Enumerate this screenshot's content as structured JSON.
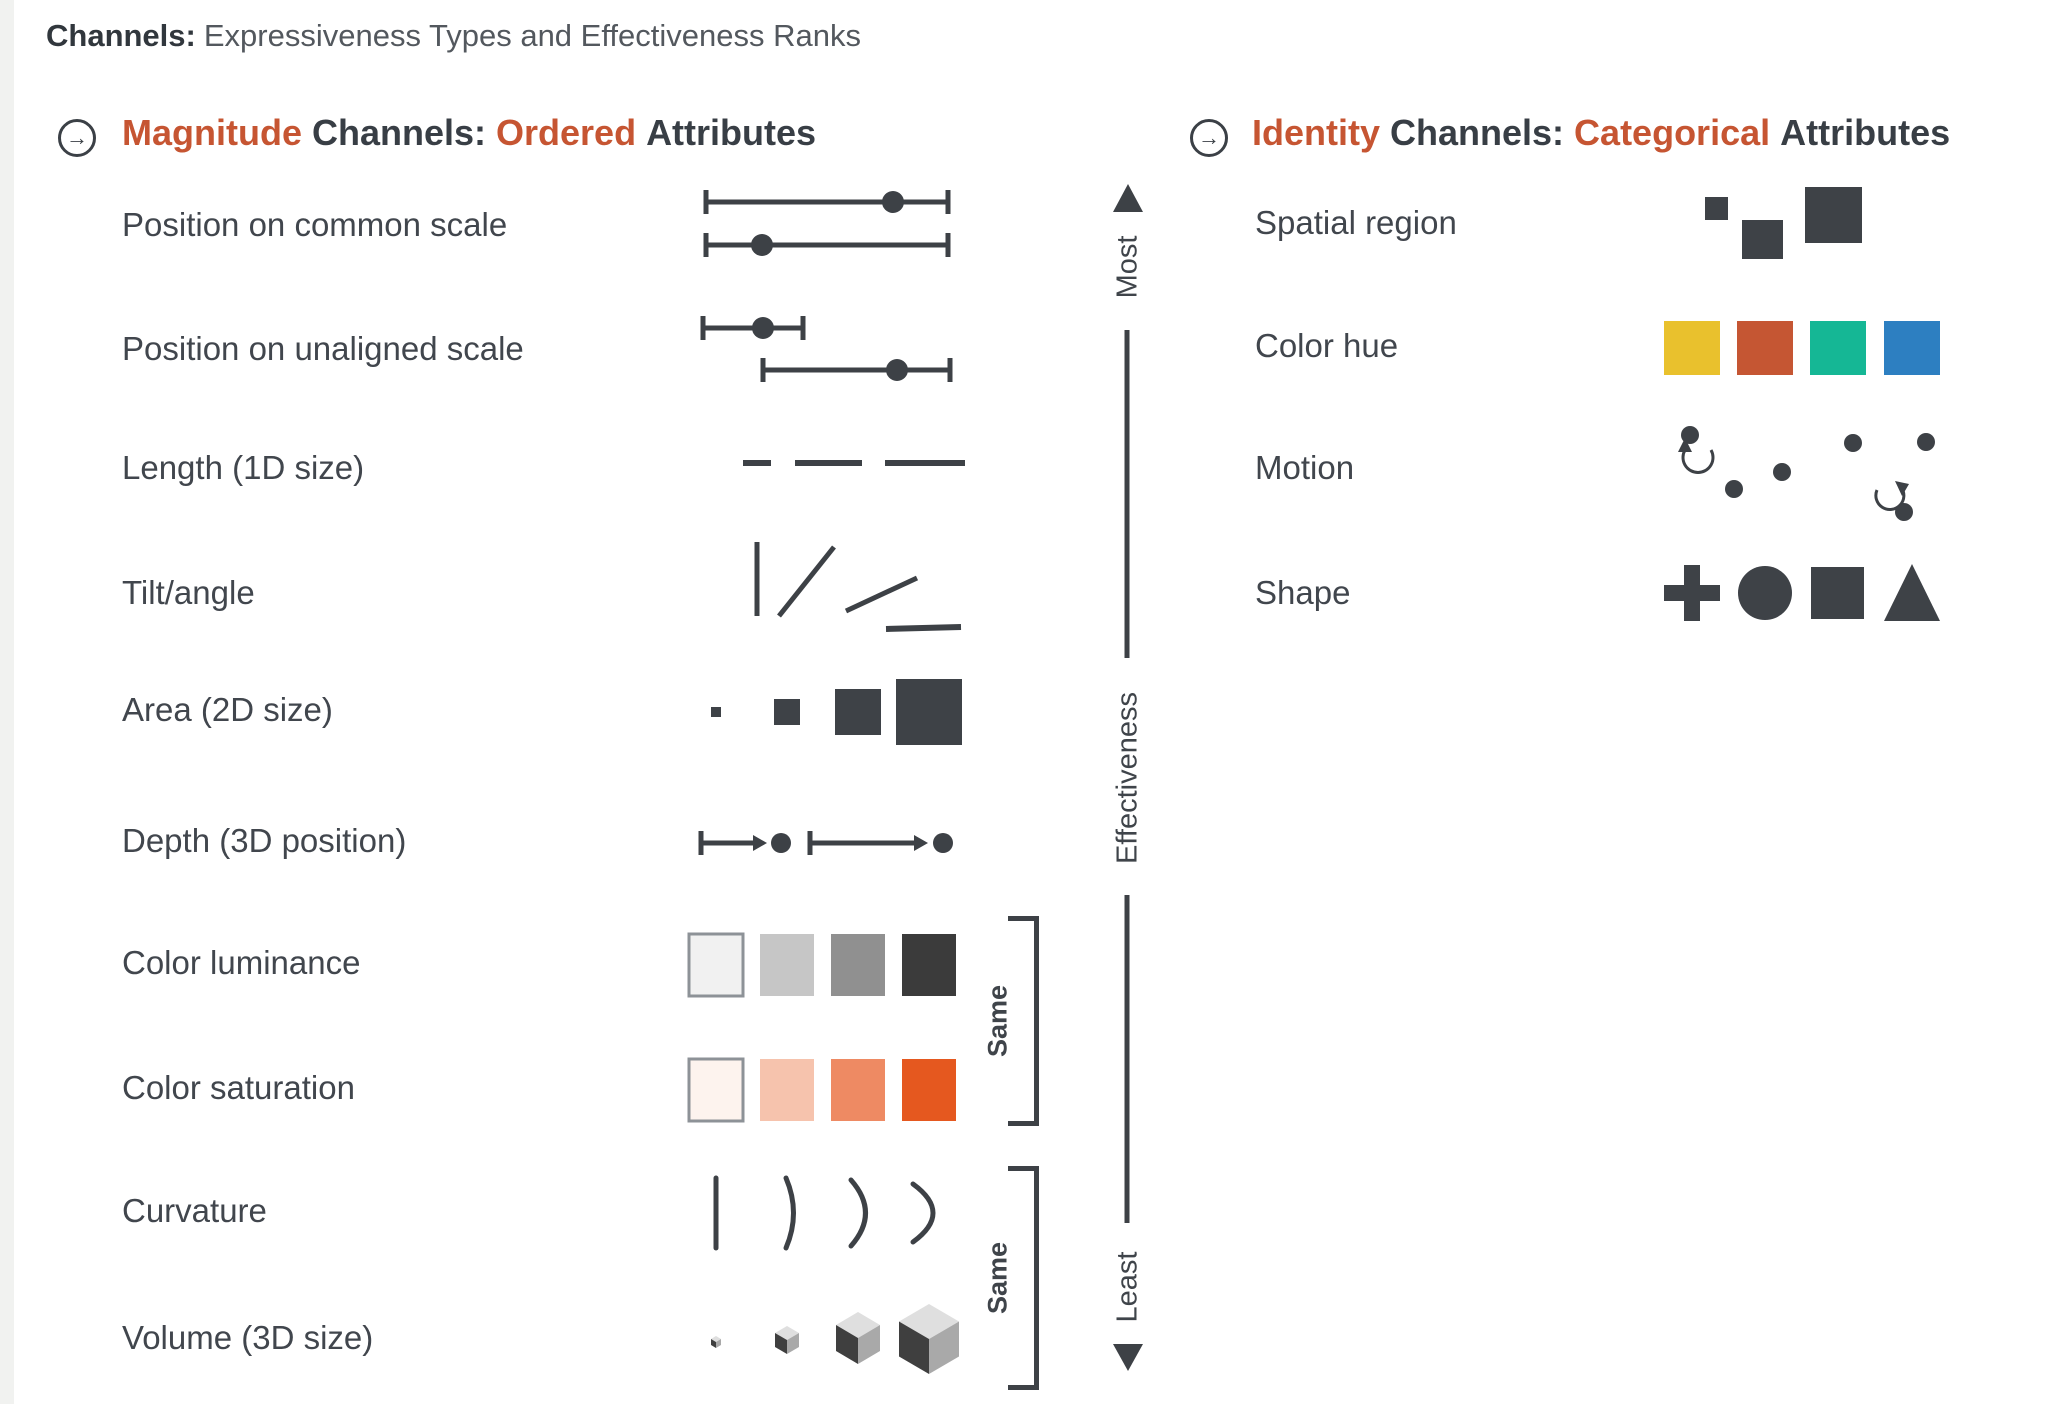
{
  "title": {
    "lead": "Channels:",
    "rest": "Expressiveness Types and Effectiveness Ranks"
  },
  "icons": {
    "arrow_glyph": "→"
  },
  "colors": {
    "accent_orange": "#c65532",
    "glyph_dark": "#3e4247",
    "hue_swatches": [
      "#e9c12d",
      "#c55633",
      "#15b795",
      "#2d7fc1"
    ],
    "luminance_swatches": [
      "#f1f1f1",
      "#c6c6c6",
      "#909090",
      "#3b3b3b"
    ],
    "saturation_swatches": [
      "#fdf3ee",
      "#f6c3ad",
      "#ee8a63",
      "#e5581f"
    ],
    "swatch_border": "#8d9297",
    "cube_top": "#dfdfdf",
    "cube_left": "#3f3f3f",
    "cube_right": "#a9a9a9"
  },
  "magnitude": {
    "header": {
      "em1": "Magnitude",
      "mid": "Channels:",
      "em2": "Ordered",
      "tail": "Attributes"
    },
    "rows": [
      {
        "label": "Position on common scale"
      },
      {
        "label": "Position on unaligned scale"
      },
      {
        "label": "Length (1D size)"
      },
      {
        "label": "Tilt/angle"
      },
      {
        "label": "Area (2D size)"
      },
      {
        "label": "Depth (3D position)"
      },
      {
        "label": "Color luminance"
      },
      {
        "label": "Color saturation"
      },
      {
        "label": "Curvature"
      },
      {
        "label": "Volume (3D size)"
      }
    ]
  },
  "identity": {
    "header": {
      "em1": "Identity",
      "mid": "Channels:",
      "em2": "Categorical",
      "tail": "Attributes"
    },
    "rows": [
      {
        "label": "Spatial region"
      },
      {
        "label": "Color hue"
      },
      {
        "label": "Motion"
      },
      {
        "label": "Shape"
      }
    ]
  },
  "axis": {
    "most": "Most",
    "label": "Effectiveness",
    "least": "Least"
  },
  "same_brackets": [
    {
      "label": "Same"
    },
    {
      "label": "Same"
    }
  ]
}
